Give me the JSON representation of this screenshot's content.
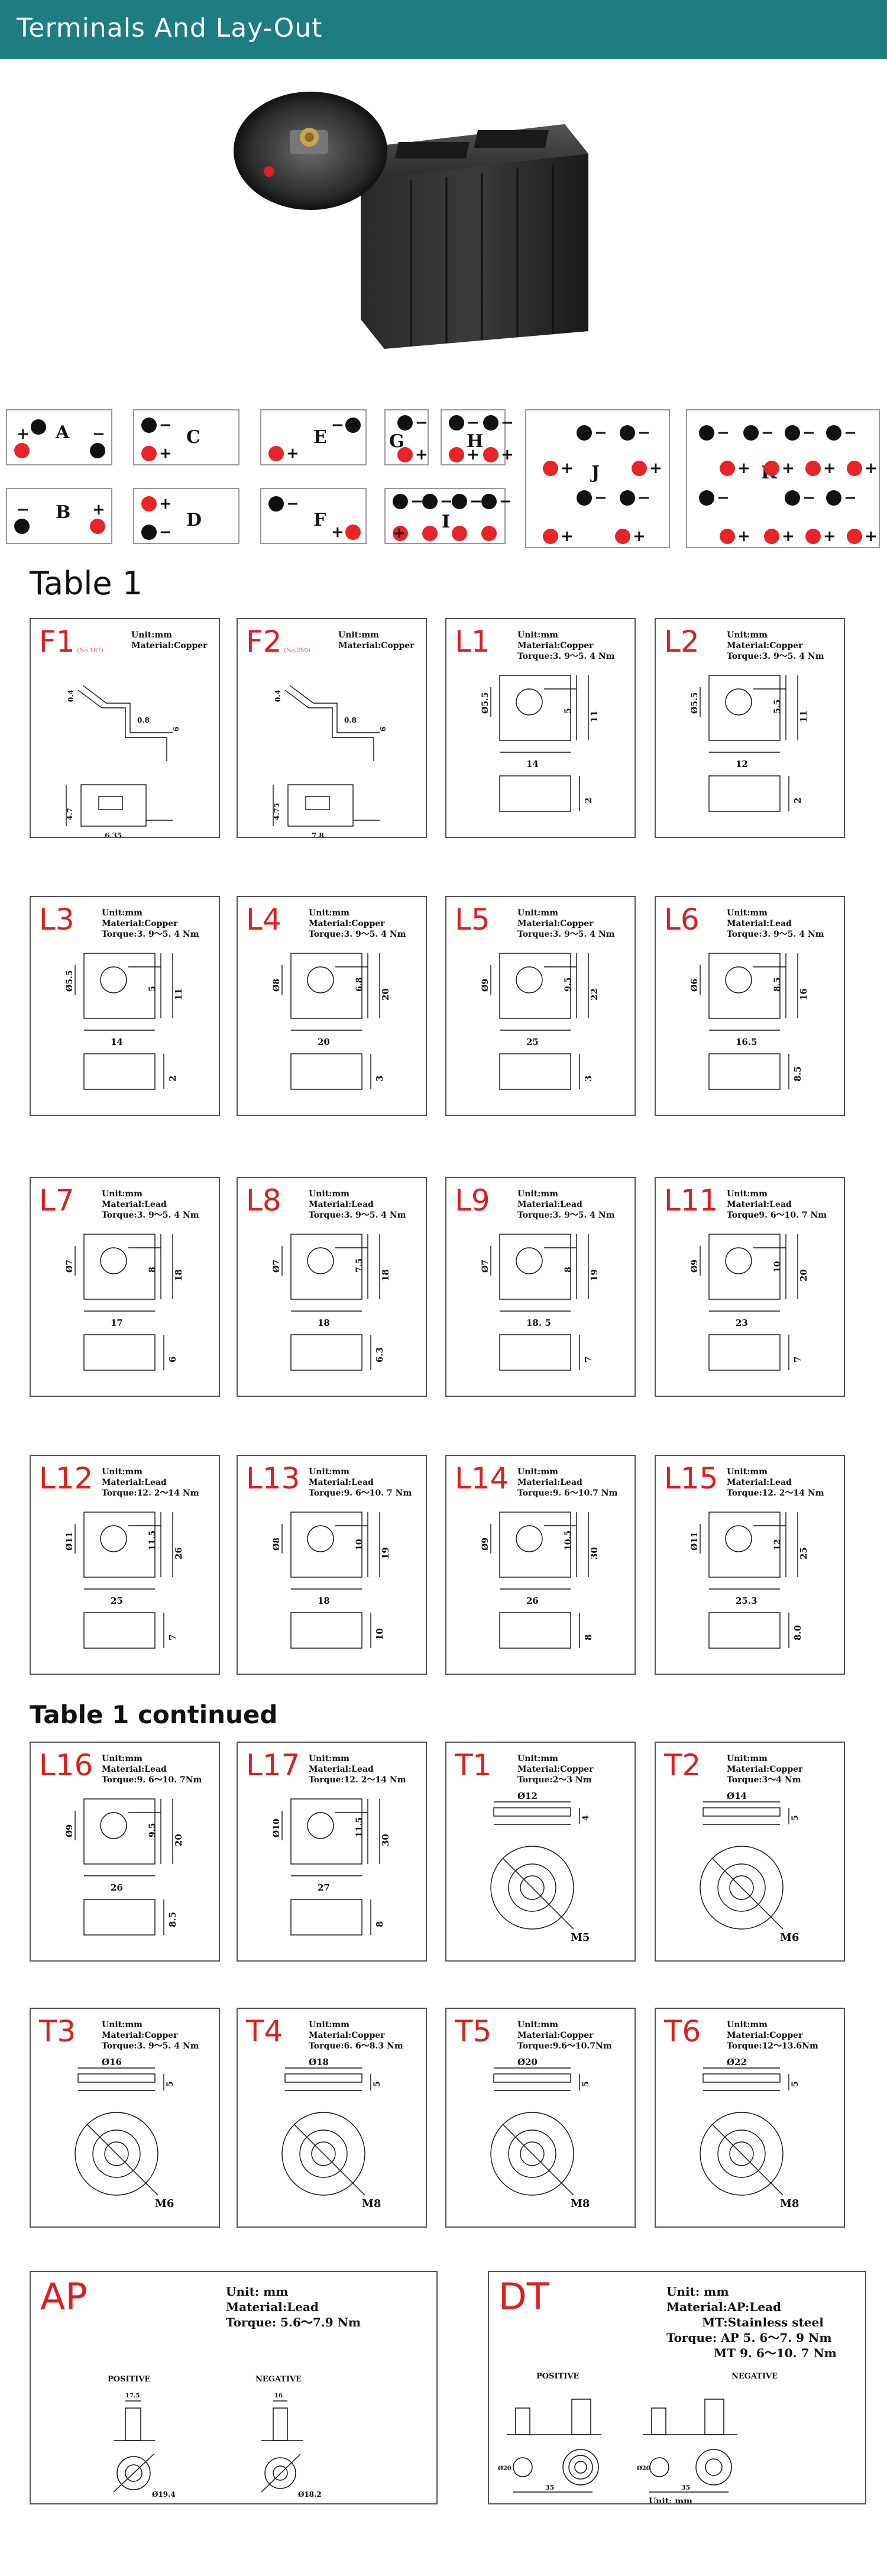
{
  "header": {
    "title": "Terminals And Lay-Out"
  },
  "layouts": [
    {
      "label": "A"
    },
    {
      "label": "B"
    },
    {
      "label": "C"
    },
    {
      "label": "D"
    },
    {
      "label": "E"
    },
    {
      "label": "F"
    },
    {
      "label": "G"
    },
    {
      "label": "H"
    },
    {
      "label": "I"
    },
    {
      "label": "J"
    },
    {
      "label": "K"
    }
  ],
  "symbols": {
    "plus": "+",
    "minus": "−"
  },
  "sections": {
    "table1": "Table 1",
    "continued": "Table 1 continued"
  },
  "common": {
    "unit": "Unit:mm",
    "copper": "Material:Copper",
    "lead": "Material:Lead",
    "positive": "POSITIVE",
    "negative": "NEGATIVE"
  },
  "terminals": [
    {
      "label": "F1",
      "spec": [
        "Unit:mm",
        "Material:Copper"
      ],
      "note": "(No.187)",
      "dims": [
        "0.4",
        "0.8",
        "6",
        "4.7",
        "6.35"
      ]
    },
    {
      "label": "F2",
      "spec": [
        "Unit:mm",
        "Material:Copper"
      ],
      "note": "(No.250)",
      "dims": [
        "0.4",
        "0.8",
        "6",
        "4.75",
        "7.8"
      ]
    },
    {
      "label": "L1",
      "spec": [
        "Unit:mm",
        "Material:Copper",
        "Torque:3. 9～5. 4 Nm"
      ],
      "dims": [
        "Ø5.5",
        "5",
        "11",
        "14",
        "2"
      ]
    },
    {
      "label": "L2",
      "spec": [
        "Unit:mm",
        "Material:Copper",
        "Torque:3. 9～5. 4 Nm"
      ],
      "dims": [
        "Ø5.5",
        "5.5",
        "11",
        "12",
        "2"
      ]
    },
    {
      "label": "L3",
      "spec": [
        "Unit:mm",
        "Material:Copper",
        "Torque:3. 9～5. 4 Nm"
      ],
      "dims": [
        "Ø5.5",
        "5",
        "11",
        "14",
        "2"
      ]
    },
    {
      "label": "L4",
      "spec": [
        "Unit:mm",
        "Material:Copper",
        "Torque:3. 9～5. 4 Nm"
      ],
      "dims": [
        "Ø8",
        "6.8",
        "20",
        "20",
        "3"
      ]
    },
    {
      "label": "L5",
      "spec": [
        "Unit:mm",
        "Material:Copper",
        "Torque:3. 9～5. 4 Nm"
      ],
      "dims": [
        "Ø9",
        "9.5",
        "22",
        "25",
        "3"
      ]
    },
    {
      "label": "L6",
      "spec": [
        "Unit:mm",
        "Material:Lead",
        "Torque:3. 9～5. 4 Nm"
      ],
      "dims": [
        "Ø6",
        "8.5",
        "16",
        "16.5",
        "8.5"
      ]
    },
    {
      "label": "L7",
      "spec": [
        "Unit:mm",
        "Material:Lead",
        "Torque:3. 9～5. 4 Nm"
      ],
      "dims": [
        "Ø7",
        "8",
        "18",
        "17",
        "6"
      ]
    },
    {
      "label": "L8",
      "spec": [
        "Unit:mm",
        "Material:Lead",
        "Torque:3. 9～5. 4 Nm"
      ],
      "dims": [
        "Ø7",
        "7.5",
        "18",
        "18",
        "6.3"
      ]
    },
    {
      "label": "L9",
      "spec": [
        "Unit:mm",
        "Material:Lead",
        "Torque:3. 9～5. 4 Nm"
      ],
      "dims": [
        "Ø7",
        "8",
        "19",
        "18. 5",
        "7"
      ]
    },
    {
      "label": "L11",
      "spec": [
        "Unit:mm",
        "Material:Lead",
        "Torque9. 6～10. 7 Nm"
      ],
      "dims": [
        "Ø9",
        "10",
        "20",
        "23",
        "7"
      ]
    },
    {
      "label": "L12",
      "spec": [
        "Unit:mm",
        "Material:Lead",
        "Torque:12. 2～14 Nm"
      ],
      "dims": [
        "Ø11",
        "11.5",
        "26",
        "25",
        "7"
      ]
    },
    {
      "label": "L13",
      "spec": [
        "Unit:mm",
        "Material:Lead",
        "Torque:9. 6～10. 7 Nm"
      ],
      "dims": [
        "Ø8",
        "10",
        "19",
        "18",
        "10"
      ]
    },
    {
      "label": "L14",
      "spec": [
        "Unit:mm",
        "Material:Lead",
        "Torque:9. 6～10.7 Nm"
      ],
      "dims": [
        "Ø9",
        "10.5",
        "30",
        "26",
        "8"
      ]
    },
    {
      "label": "L15",
      "spec": [
        "Unit:mm",
        "Material:Lead",
        "Torque:12. 2～14 Nm"
      ],
      "dims": [
        "Ø11",
        "12",
        "25",
        "25.3",
        "8.0"
      ]
    },
    {
      "label": "L16",
      "spec": [
        "Unit:mm",
        "Material:Lead",
        "Torque:9. 6～10. 7Nm"
      ],
      "dims": [
        "Ø9",
        "9.5",
        "20",
        "26",
        "8.5"
      ]
    },
    {
      "label": "L17",
      "spec": [
        "Unit:mm",
        "Material:Lead",
        "Torque:12. 2～14 Nm"
      ],
      "dims": [
        "Ø10",
        "11.5",
        "30",
        "27",
        "8"
      ]
    },
    {
      "label": "T1",
      "spec": [
        "Unit:mm",
        "Material:Copper",
        "Torque:2～3 Nm"
      ],
      "dims": [
        "Ø12",
        "4",
        "M5"
      ]
    },
    {
      "label": "T2",
      "spec": [
        "Unit:mm",
        "Material:Copper",
        "Torque:3～4 Nm"
      ],
      "dims": [
        "Ø14",
        "5",
        "M6"
      ]
    },
    {
      "label": "T3",
      "spec": [
        "Unit:mm",
        "Material:Copper",
        "Torque:3. 9～5. 4 Nm"
      ],
      "dims": [
        "Ø16",
        "5",
        "M6"
      ]
    },
    {
      "label": "T4",
      "spec": [
        "Unit:mm",
        "Material:Copper",
        "Torque:6. 6～8.3 Nm"
      ],
      "dims": [
        "Ø18",
        "5",
        "M8"
      ]
    },
    {
      "label": "T5",
      "spec": [
        "Unit:mm",
        "Material:Copper",
        "Torque:9.6～10.7Nm"
      ],
      "dims": [
        "Ø20",
        "5",
        "M8"
      ]
    },
    {
      "label": "T6",
      "spec": [
        "Unit:mm",
        "Material:Copper",
        "Torque:12～13.6Nm"
      ],
      "dims": [
        "Ø22",
        "5",
        "M8"
      ]
    }
  ],
  "ap": {
    "label": "AP",
    "spec": [
      "Unit: mm",
      "Material:Lead",
      "Torque:  5.6～7.9 Nm"
    ],
    "positive": "POSITIVE",
    "negative": "NEGATIVE",
    "dims": [
      "17.5",
      "16",
      "Ø19.4",
      "Ø18.2"
    ]
  },
  "dt": {
    "label": "DT",
    "spec": [
      "Unit: mm",
      "Material:AP:Lead",
      "MT:Stainless steel",
      "Torque: AP 5. 6～7. 9 Nm",
      "MT 9. 6～10. 7 Nm"
    ],
    "positive": "POSITIVE",
    "negative": "NEGATIVE",
    "footer": "Unit: mm",
    "dims": [
      "35",
      "Ø20"
    ]
  }
}
